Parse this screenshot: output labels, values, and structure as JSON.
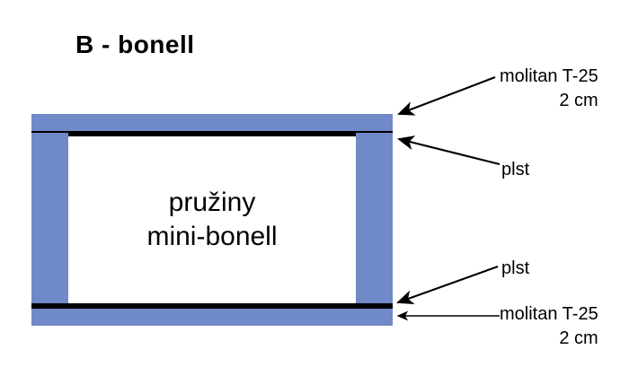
{
  "diagram": {
    "title": "B - bonell",
    "core": {
      "line1": "pružiny",
      "line2": "mini-bonell"
    },
    "colors": {
      "foam": "#7089C8",
      "felt": "#000000",
      "core": "#ffffff",
      "text": "#000000",
      "background": "#ffffff"
    },
    "labels": {
      "top_foam": {
        "name": "molitan T-25",
        "thickness": "2 cm"
      },
      "top_felt": {
        "name": "plst"
      },
      "bottom_felt": {
        "name": "plst"
      },
      "bottom_foam": {
        "name": "molitan T-25",
        "thickness": "2 cm"
      }
    }
  }
}
